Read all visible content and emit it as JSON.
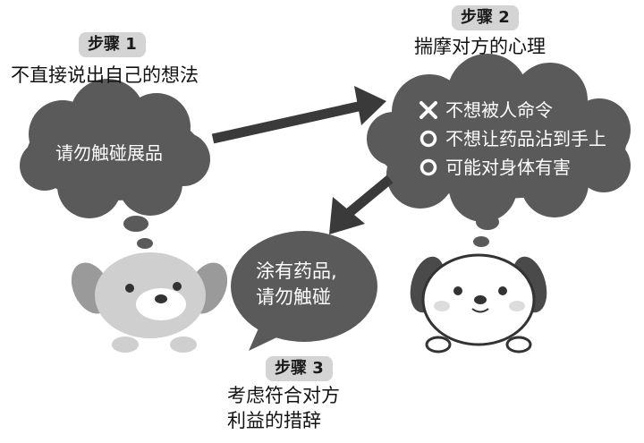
{
  "step1": {
    "badge": "步骤 1",
    "caption": "不直接说出自己的想法",
    "cloud_text": "请勿触碰展品"
  },
  "step2": {
    "badge": "步骤 2",
    "caption": "揣摩对方的心理",
    "items": [
      {
        "mark": "x-icon",
        "text": "不想被人命令"
      },
      {
        "mark": "circle-icon",
        "text": "不想让药品沾到手上"
      },
      {
        "mark": "circle-icon",
        "text": "可能对身体有害"
      }
    ]
  },
  "step3": {
    "badge": "步骤 3",
    "caption_line1": "考虑符合对方",
    "caption_line2": "利益的措辞",
    "bubble_line1": "涂有药品,",
    "bubble_line2": "请勿触碰"
  },
  "colors": {
    "cloud": "#5a5a5a",
    "badge": "#d4d4d4",
    "arrow": "#3a3a3a",
    "dog_left": "#cfcfcf",
    "dog_right_ear": "#4a4a4a"
  }
}
